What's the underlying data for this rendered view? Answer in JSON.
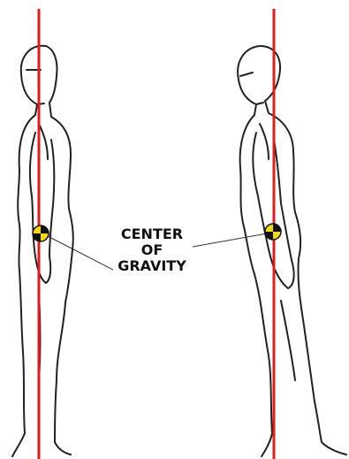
{
  "annotation": {
    "lines": [
      "CENTER",
      "OF",
      "GRAVITY"
    ]
  },
  "colors": {
    "gravity_line": "#e01c1c",
    "outline": "#222222",
    "marker_dark": "#111111",
    "marker_light": "#f2d90c",
    "background": "#ffffff"
  },
  "figures": [
    {
      "id": "upright-posture",
      "marker_icon": "crash-test-target-icon"
    },
    {
      "id": "forward-leaning-posture",
      "marker_icon": "crash-test-target-icon"
    }
  ]
}
